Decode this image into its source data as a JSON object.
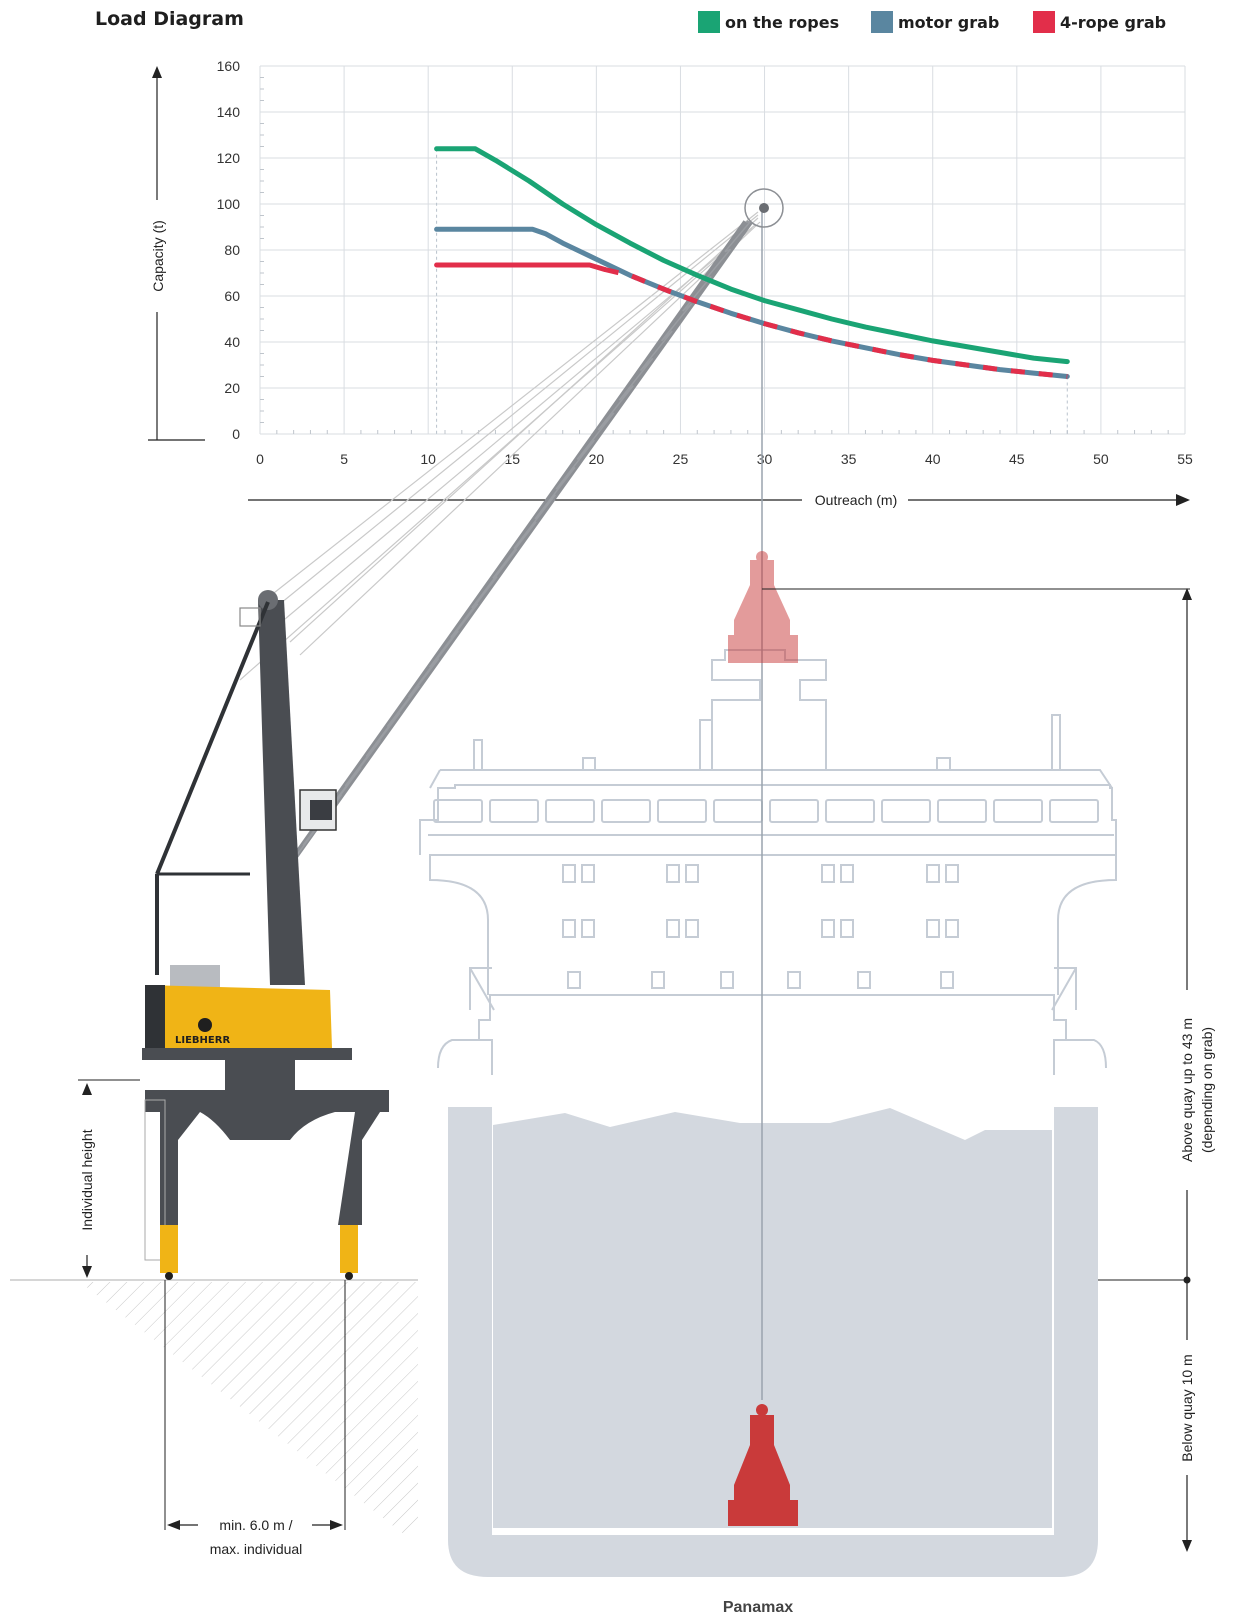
{
  "colors": {
    "on_the_ropes": "#1aa474",
    "motor_grab": "#5a86a0",
    "four_rope_grab": "#e22e4a",
    "grid": "#d9dde2",
    "ship_fill": "#d3d8df",
    "ship_outline": "#c5ccd5",
    "crane_dark": "#4a4d52",
    "crane_yellow": "#f0b416",
    "grab_red": "#c93a3a"
  },
  "chart_data": {
    "type": "line",
    "title": "Load Diagram",
    "xlabel": "Outreach (m)",
    "ylabel": "Capacity (t)",
    "xlim": [
      0,
      55
    ],
    "ylim": [
      0,
      160
    ],
    "x_ticks": [
      "0",
      "5",
      "10",
      "15",
      "20",
      "25",
      "30",
      "35",
      "40",
      "45",
      "50",
      "55"
    ],
    "y_ticks": [
      "0",
      "20",
      "40",
      "60",
      "80",
      "100",
      "120",
      "140",
      "160"
    ],
    "grid": true,
    "legend_position": "top-right",
    "series": [
      {
        "name": "on the ropes",
        "color": "#1aa474",
        "points": [
          [
            10.5,
            124
          ],
          [
            12.8,
            124
          ],
          [
            14,
            119
          ],
          [
            16,
            110
          ],
          [
            18,
            100
          ],
          [
            20,
            91
          ],
          [
            22,
            83
          ],
          [
            24,
            75.5
          ],
          [
            26,
            69
          ],
          [
            28,
            63
          ],
          [
            30,
            58
          ],
          [
            32,
            54
          ],
          [
            34,
            50
          ],
          [
            36,
            46.5
          ],
          [
            38,
            43.5
          ],
          [
            40,
            40.5
          ],
          [
            42,
            38
          ],
          [
            44,
            35.5
          ],
          [
            46,
            33
          ],
          [
            48,
            31.5
          ]
        ]
      },
      {
        "name": "motor grab",
        "color": "#5a86a0",
        "points": [
          [
            10.5,
            89
          ],
          [
            16.2,
            89
          ],
          [
            17,
            87
          ],
          [
            18,
            83
          ],
          [
            20,
            76
          ],
          [
            22,
            69
          ],
          [
            24,
            63
          ],
          [
            26,
            57.5
          ],
          [
            28,
            52.5
          ],
          [
            30,
            48
          ],
          [
            32,
            44
          ],
          [
            34,
            40.5
          ],
          [
            36,
            37.5
          ],
          [
            38,
            34.5
          ],
          [
            40,
            32
          ],
          [
            42,
            30
          ],
          [
            44,
            28
          ],
          [
            46,
            26.5
          ],
          [
            48,
            25
          ]
        ]
      },
      {
        "name": "4-rope grab",
        "color": "#e22e4a",
        "points": [
          [
            10.5,
            73.5
          ],
          [
            19.6,
            73.5
          ],
          [
            20.5,
            71.5
          ],
          [
            22,
            69
          ],
          [
            24,
            63
          ],
          [
            26,
            57.5
          ],
          [
            28,
            52.5
          ],
          [
            30,
            48
          ],
          [
            32,
            44
          ],
          [
            34,
            40.5
          ],
          [
            36,
            37.5
          ],
          [
            38,
            34.5
          ],
          [
            40,
            32
          ],
          [
            42,
            30
          ],
          [
            44,
            28
          ],
          [
            46,
            26.5
          ],
          [
            48,
            25
          ]
        ]
      }
    ]
  },
  "annotations": {
    "individual_height": "Individual height",
    "min_width_line1": "min. 6.0 m /",
    "min_width_line2": "max. individual",
    "above_quay_line1": "Above quay up to 43 m",
    "above_quay_line2": "(depending on grab)",
    "below_quay": "Below quay 10 m",
    "ship_name": "Panamax",
    "crane_brand": "LIEBHERR"
  }
}
